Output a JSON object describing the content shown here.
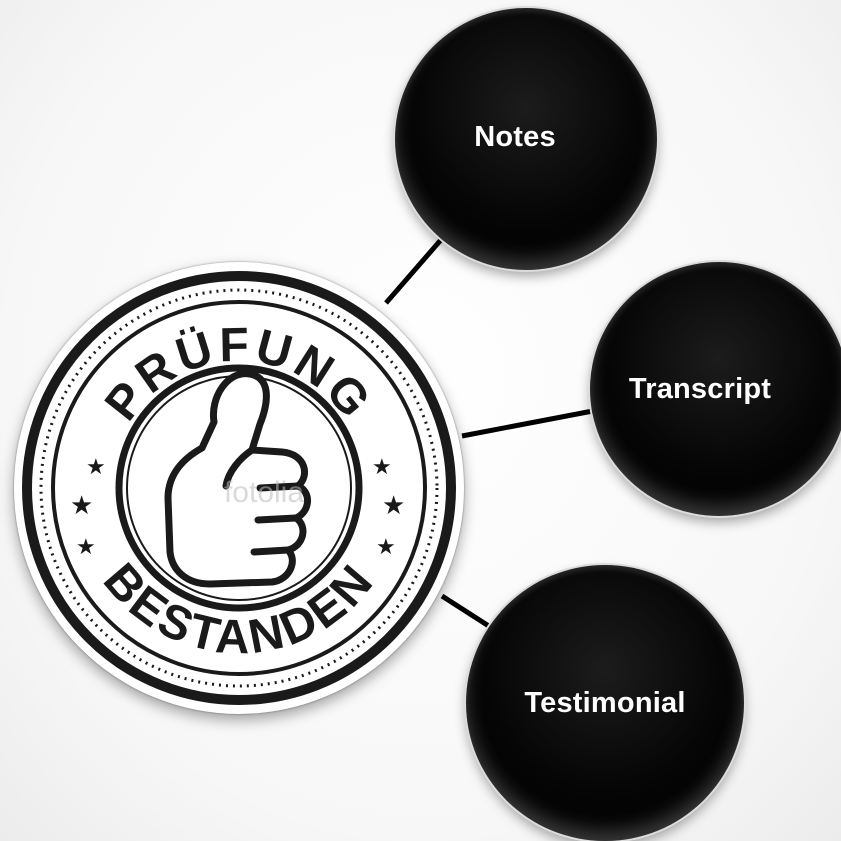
{
  "stamp": {
    "top_text": "PRÜFUNG",
    "bottom_text": "BESTANDEN",
    "watermark": "fotolia",
    "icon": "thumbs-up-icon"
  },
  "nodes": [
    {
      "id": "notes",
      "label": "Notes"
    },
    {
      "id": "transcript",
      "label": "Transcript"
    },
    {
      "id": "testimonial",
      "label": "Testimonial"
    }
  ],
  "colors": {
    "node_fill": "#000000",
    "node_text": "#ffffff",
    "connector": "#000000",
    "stamp_ink": "#1a1a1a"
  }
}
